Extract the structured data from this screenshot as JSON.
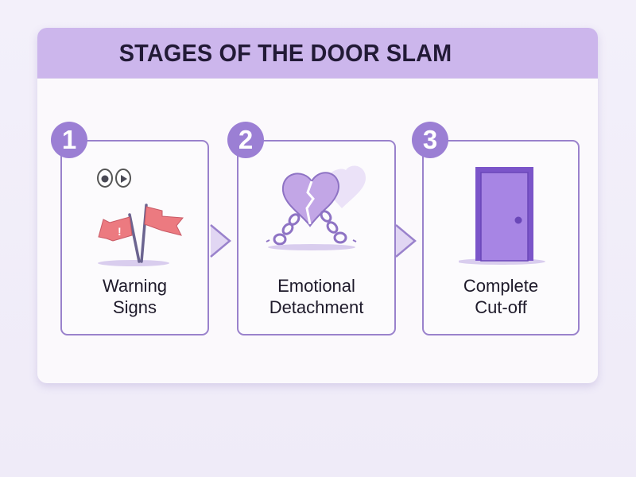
{
  "title": "STAGES OF THE DOOR SLAM",
  "colors": {
    "header_bg": "#ccb6ec",
    "accent": "#9b7fd4",
    "card_border": "#9a82cc",
    "flag_red": "#ec7a80",
    "title_text": "#221a36"
  },
  "stages": [
    {
      "number": "1",
      "line1": "Warning",
      "line2": "Signs",
      "icon": "red-flags-with-eyes-icon"
    },
    {
      "number": "2",
      "line1": "Emotional",
      "line2": "Detachment",
      "icon": "broken-heart-chains-icon"
    },
    {
      "number": "3",
      "line1": "Complete",
      "line2": "Cut-off",
      "icon": "closed-door-icon"
    }
  ]
}
